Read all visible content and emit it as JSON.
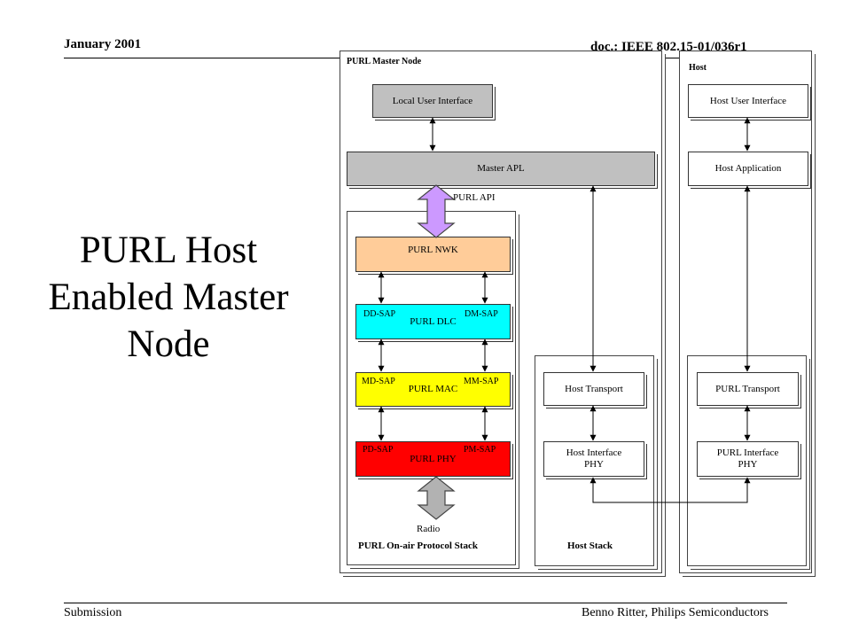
{
  "header": {
    "date": "January 2001",
    "doc_id": "doc.: IEEE 802.15-01/036r1"
  },
  "footer": {
    "left": "Submission",
    "right": "Benno Ritter, Philips Semiconductors"
  },
  "title": {
    "line1": "PURL Host",
    "line2": "Enabled Master",
    "line3": "Node"
  },
  "master_node": {
    "label": "PURL Master Node",
    "local_user_interface": "Local User Interface",
    "master_apl": "Master APL",
    "api_label": "PURL API",
    "protocol_stack": {
      "label": "PURL On-air Protocol Stack",
      "nwk": "PURL NWK",
      "dlc": {
        "label": "PURL DLC",
        "sap_left": "DD-SAP",
        "sap_right": "DM-SAP"
      },
      "mac": {
        "label": "PURL MAC",
        "sap_left": "MD-SAP",
        "sap_right": "MM-SAP"
      },
      "phy": {
        "label": "PURL PHY",
        "sap_left": "PD-SAP",
        "sap_right": "PM-SAP"
      },
      "radio_label": "Radio"
    },
    "host_stack": {
      "label": "Host Stack",
      "transport": "Host Transport",
      "interface_line1": "Host Interface",
      "interface_line2": "PHY"
    }
  },
  "host": {
    "label": "Host",
    "user_interface": "Host User Interface",
    "application": "Host Application",
    "transport": "PURL Transport",
    "interface_line1": "PURL Interface",
    "interface_line2": "PHY"
  },
  "colors": {
    "gray_box": "#c0c0c0",
    "nwk": "#ffcc99",
    "dlc": "#00ffff",
    "mac": "#ffff00",
    "phy": "#ff0000",
    "api_arrow": "#cc99ff",
    "radio_arrow": "#b2b2b2"
  }
}
